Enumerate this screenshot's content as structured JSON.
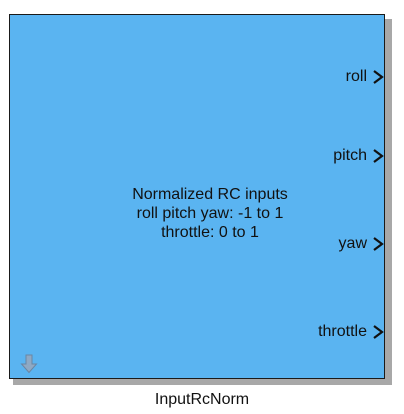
{
  "block": {
    "name": "InputRcNorm",
    "description": [
      "Normalized RC inputs",
      "roll pitch yaw: -1 to 1",
      "throttle: 0 to 1"
    ],
    "ports": [
      {
        "label": "roll"
      },
      {
        "label": "pitch"
      },
      {
        "label": "yaw"
      },
      {
        "label": "throttle"
      }
    ],
    "bottom_icon": "down-arrow-icon"
  },
  "colors": {
    "block_fill": "#5ab4f1",
    "block_border": "#1a1a1a",
    "shadow": "#a8a8a8",
    "icon": "#8fa9c4"
  }
}
